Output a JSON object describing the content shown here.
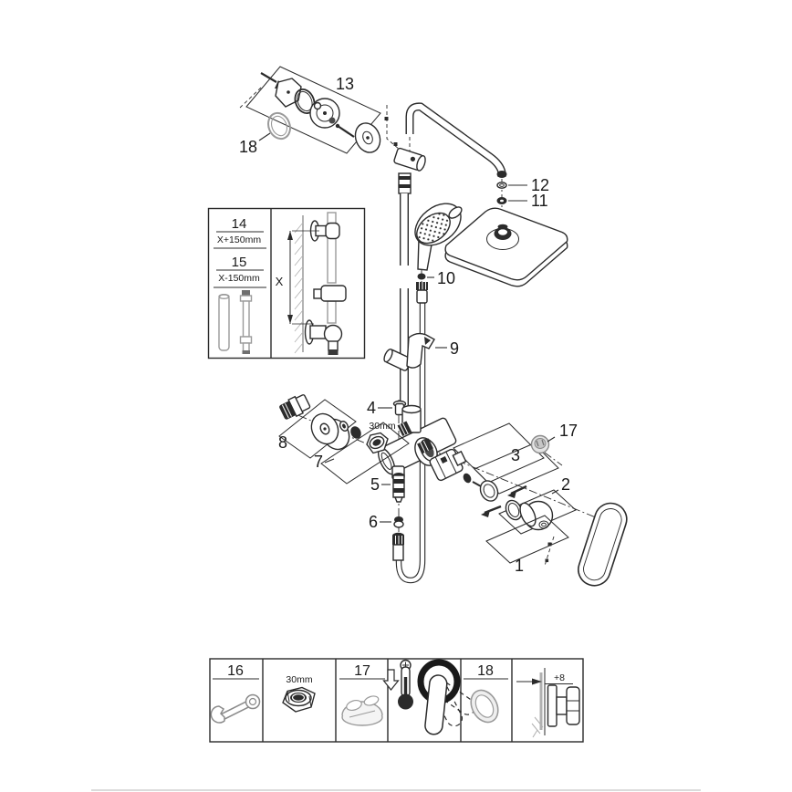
{
  "diagram": {
    "type": "exploded-parts-diagram",
    "subject": "thermostatic shower system with rain head and hand shower",
    "background": "#ffffff",
    "line_color": "#2b2b2b",
    "gray_color": "#9a9a9a"
  },
  "callouts": {
    "part1": "1",
    "part2": "2",
    "part3": "3",
    "part4": "4",
    "part5": "5",
    "part6": "6",
    "part7": "7",
    "part8": "8",
    "part9": "9",
    "part10": "10",
    "part11": "11",
    "part12": "12",
    "part13": "13",
    "part17": "17",
    "part18": "18",
    "nut_size": "30mm"
  },
  "inset": {
    "part14": "14",
    "part14_dim": "X+150mm",
    "part15": "15",
    "part15_dim": "X-150mm",
    "x_label": "X"
  },
  "legend": {
    "cells": [
      {
        "number": "16",
        "label": "",
        "icon": "open-end-wrench-icon"
      },
      {
        "number": "",
        "label": "30mm",
        "icon": "nut-30mm-icon"
      },
      {
        "number": "17",
        "label": "",
        "icon": "rosette-cap-icon"
      },
      {
        "number": "",
        "label": "",
        "icon": "thermometer-lever-icon"
      },
      {
        "number": "18",
        "label": "",
        "icon": "o-ring-icon"
      },
      {
        "number": "",
        "label": "+8",
        "icon": "wall-offset-fitting-icon"
      }
    ]
  }
}
